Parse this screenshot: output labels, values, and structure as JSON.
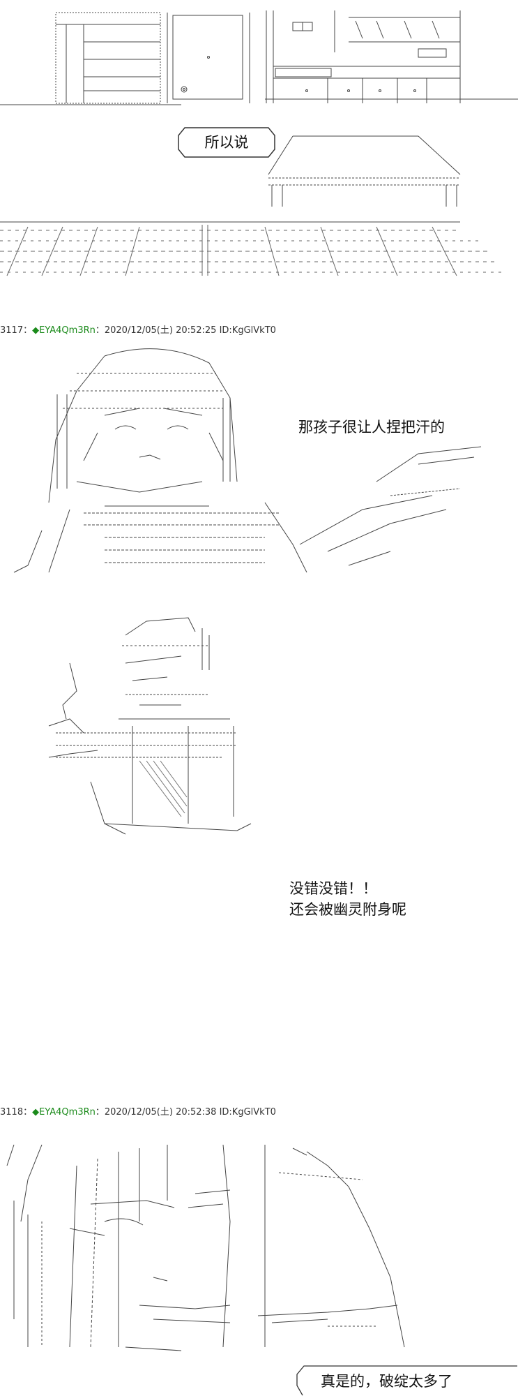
{
  "scene1": {
    "caption": "所以说"
  },
  "posts": [
    {
      "number": "3117",
      "separator": "：",
      "trip_symbol": "◆",
      "trip": "EYA4Qm3Rn",
      "datetime": "：2020/12/05(土) 20:52:25 ID:KgGlVkT0",
      "lines": [
        "那孩子很让人捏把汗的"
      ]
    },
    {
      "lines": [
        "没错没错！！",
        "还会被幽灵附身呢"
      ]
    },
    {
      "number": "3118",
      "separator": "：",
      "trip_symbol": "◆",
      "trip": "EYA4Qm3Rn",
      "datetime": "：2020/12/05(土) 20:52:38 ID:KgGlVkT0",
      "lines": [
        "真是的，破绽太多了"
      ]
    }
  ]
}
